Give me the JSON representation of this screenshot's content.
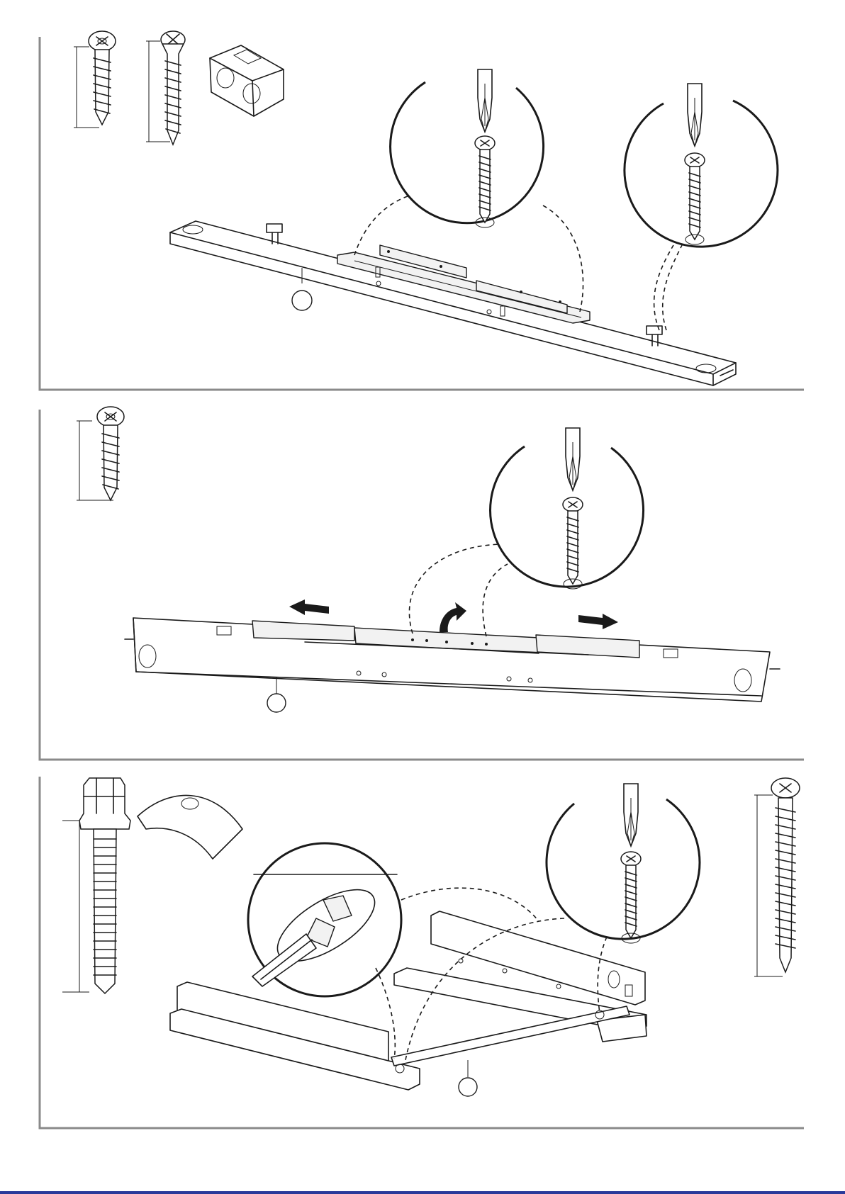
{
  "document": {
    "type": "assembly-instructions-page",
    "steps": [
      {
        "id": "step-1",
        "hardware": [
          "pan-head-screw",
          "countersunk-screw",
          "connector-block"
        ],
        "callouts": 1,
        "zoom_views": [
          "screwdriver-pan-head-screw",
          "screwdriver-countersunk-screw"
        ]
      },
      {
        "id": "step-2",
        "hardware": [
          "pan-head-screw"
        ],
        "callouts": 1,
        "zoom_views": [
          "screwdriver-pan-head-screw"
        ],
        "arrows": [
          "arrow-left",
          "arrow-curved-up",
          "arrow-right"
        ]
      },
      {
        "id": "step-3",
        "hardware": [
          "dowel-bolt",
          "curved-washer",
          "long-screw"
        ],
        "callouts": 1,
        "zoom_views": [
          "flat-screwdriver-dowel-bolt",
          "screwdriver-pan-head-screw"
        ]
      }
    ]
  },
  "colors": {
    "line": "#1a1a1a",
    "frame": "#8a8a8a",
    "background": "#ffffff",
    "bottom_rule": "#2a3a9a"
  }
}
